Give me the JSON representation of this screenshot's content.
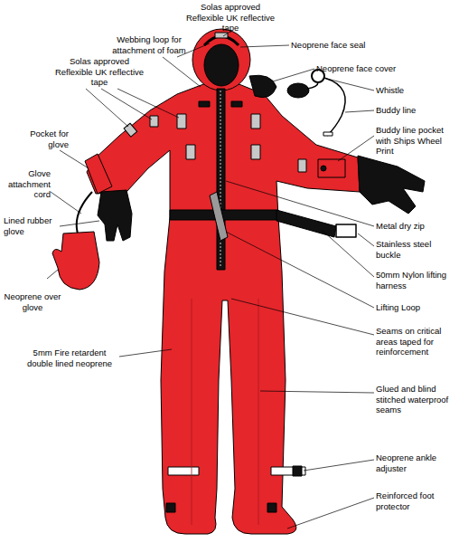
{
  "diagram": {
    "labels": [
      "Solas approved Reflexible UK reflective tape",
      "Webbing loop for attachment of foam",
      "Neoprene face seal",
      "Solas approved Reflexible UK reflective tape",
      "Neoprene face cover",
      "Whistle",
      "Buddy line",
      "Pocket for glove",
      "Buddy line pocket with Ships Wheel Print",
      "Glove attachment cord",
      "Lined rubber glove",
      "Metal dry zip",
      "Stainless steel buckle",
      "Neoprene over glove",
      "50mm Nylon lifting harness",
      "Lifting Loop",
      "Seams on critical areas taped for reinforcement",
      "5mm Fire retardent double lined neoprene",
      "Glued and blind stitched waterproof seams",
      "Neoprene ankle adjuster",
      "Reinforced foot protector"
    ]
  }
}
